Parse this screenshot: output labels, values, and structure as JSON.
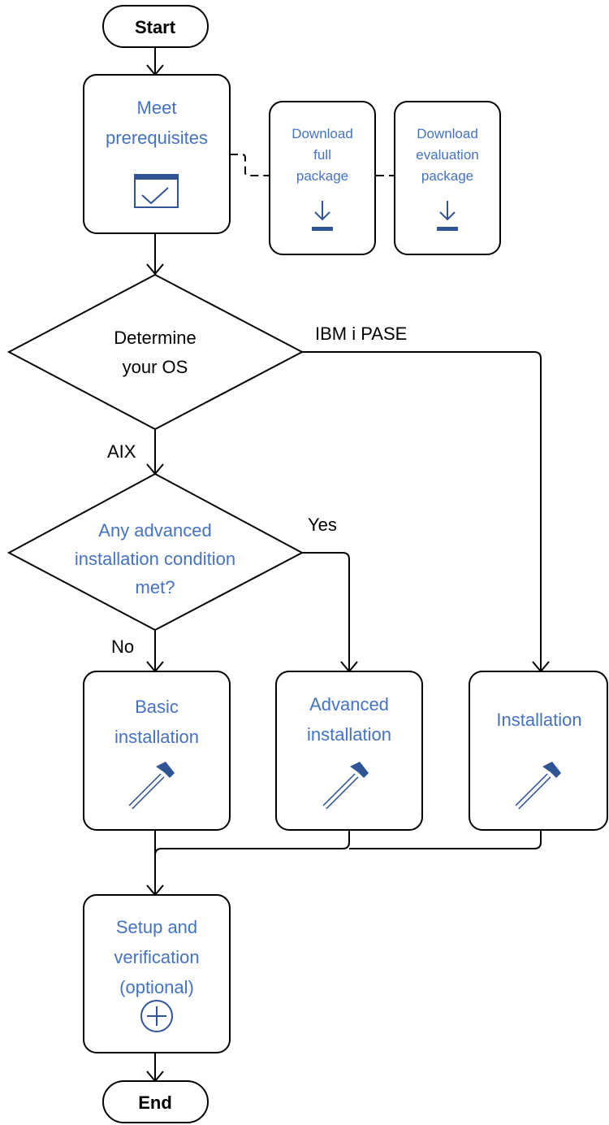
{
  "terminals": {
    "start": "Start",
    "end": "End"
  },
  "nodes": {
    "prereq": [
      "Meet",
      "prerequisites"
    ],
    "download_full": [
      "Download",
      "full",
      "package"
    ],
    "download_eval": [
      "Download",
      "evaluation",
      "package"
    ],
    "determine_os": [
      "Determine",
      "your OS"
    ],
    "advanced_condition": [
      "Any advanced",
      "installation condition",
      "met?"
    ],
    "basic_install": [
      "Basic",
      "installation"
    ],
    "advanced_install": [
      "Advanced",
      "installation"
    ],
    "installation": [
      "Installation"
    ],
    "setup": [
      "Setup and",
      "verification",
      "(optional)"
    ]
  },
  "edge_labels": {
    "ibm_i": "IBM i PASE",
    "aix": "AIX",
    "yes": "Yes",
    "no": "No"
  },
  "icons": {
    "prereq": "checklist-window-icon",
    "download": "download-arrow-icon",
    "install": "hammer-icon",
    "setup": "plus-circle-icon"
  },
  "colors": {
    "accent": "#4472c4",
    "icon_dark": "#2f5597",
    "line": "#000000"
  }
}
